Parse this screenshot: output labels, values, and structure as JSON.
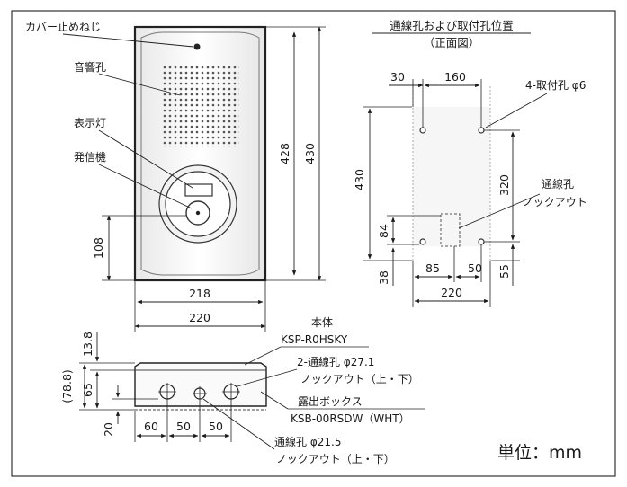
{
  "labels": {
    "cover_screw": "カバー止めねじ",
    "speaker_hole": "音響孔",
    "indicator": "表示灯",
    "transmitter": "発信機",
    "rear_title": "通線孔および取付孔位置",
    "rear_subtitle": "（正面図）",
    "mount_holes": "4-取付孔 φ6",
    "wire_hole": "通線孔",
    "knockout": "ノックアウト",
    "body": "本体",
    "body_model": "KSP-R0HSKY",
    "wire_hole_2": "2-通線孔 φ27.1",
    "knockout_ud": "ノックアウト（上・下）",
    "exposed_box": "露出ボックス",
    "box_model": "KSB-00RSDW（WHT）",
    "wire_hole_215": "通線孔 φ21.5",
    "knockout_ud2": "ノックアウト（上・下）",
    "unit": "単位：mm"
  },
  "dims": {
    "front_height_428": "428",
    "front_height_430": "430",
    "front_108": "108",
    "front_width_218": "218",
    "front_width_220": "220",
    "rear_30": "30",
    "rear_160": "160",
    "rear_430": "430",
    "rear_320": "320",
    "rear_84": "84",
    "rear_38": "38",
    "rear_85": "85",
    "rear_50": "50",
    "rear_55": "55",
    "rear_220": "220",
    "side_13_8": "13.8",
    "side_78_8": "(78.8)",
    "side_65": "65",
    "side_20": "20",
    "side_60": "60",
    "side_50a": "50",
    "side_50b": "50"
  }
}
